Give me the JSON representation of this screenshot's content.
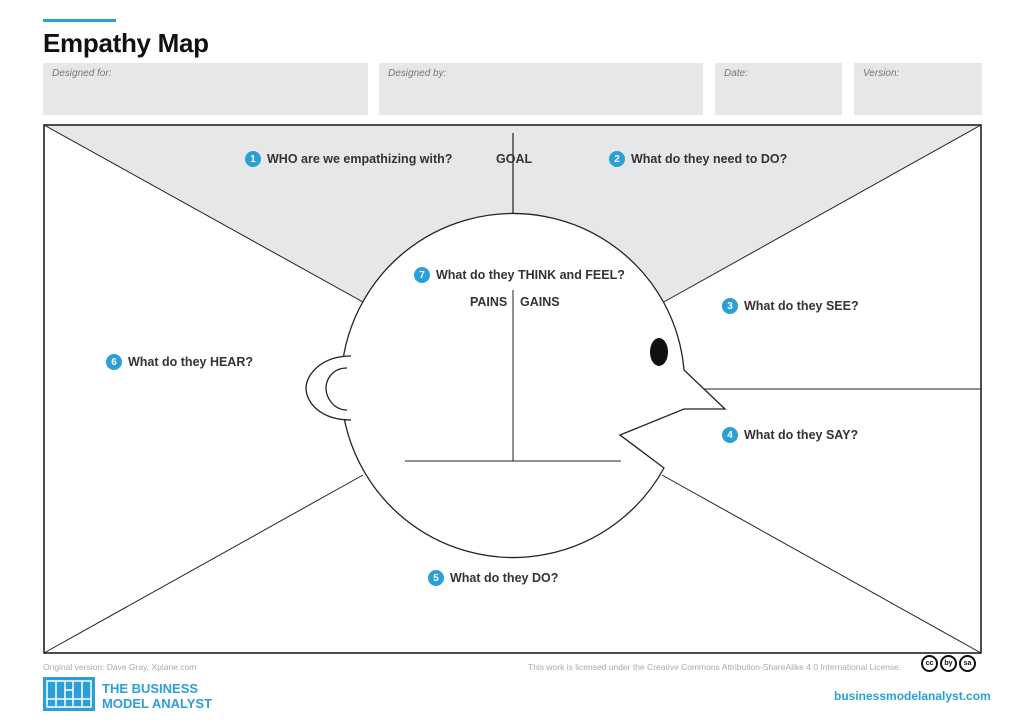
{
  "title": "Empathy Map",
  "fields": {
    "designed_for": "Designed for:",
    "designed_by": "Designed by:",
    "date": "Date:",
    "version": "Version:"
  },
  "sections": {
    "who": {
      "num": "1",
      "label": "WHO are we empathizing with?"
    },
    "goal": "GOAL",
    "do_need": {
      "num": "2",
      "label": "What do they need to DO?"
    },
    "see": {
      "num": "3",
      "label": "What do they SEE?"
    },
    "say": {
      "num": "4",
      "label": "What do they SAY?"
    },
    "do": {
      "num": "5",
      "label": "What do they DO?"
    },
    "hear": {
      "num": "6",
      "label": "What do they HEAR?"
    },
    "think_feel": {
      "num": "7",
      "label": "What do they THINK and FEEL?"
    },
    "pains": "PAINS",
    "gains": "GAINS"
  },
  "footer": {
    "credit": "Original version: Dave Gray, Xplane.com",
    "license": "This work is licensed under the Creative Commons Attribution-ShareAlike 4.0 International License.",
    "cc_badges": [
      "cc",
      "by",
      "sa"
    ],
    "brand_line1": "THE BUSINESS",
    "brand_line2": "MODEL ANALYST",
    "website": "businessmodelanalyst.com"
  },
  "colors": {
    "accent": "#2a9fd8",
    "panel": "#e6e7e8",
    "line": "#222222"
  }
}
